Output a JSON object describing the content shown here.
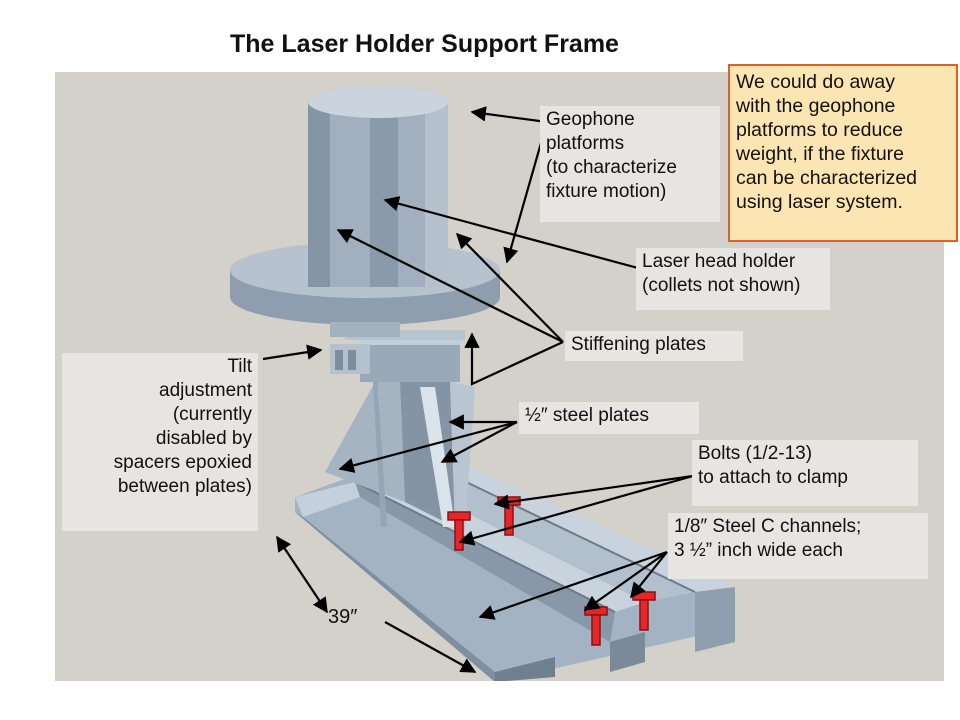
{
  "title": "The Laser Holder Support Frame",
  "labels": {
    "geophone": "Geophone\nplatforms\n(to characterize\nfixture motion)",
    "laser_head": "Laser head holder\n(collets not shown)",
    "stiffening": "Stiffening plates",
    "tilt": "Tilt\nadjustment\n(currently\ndisabled by\nspacers epoxied\nbetween plates)",
    "steel_plates": "½″ steel plates",
    "bolts": "Bolts (1/2-13)\nto attach to clamp",
    "channels": "1/8″ Steel C channels;\n3 ½” inch wide each",
    "dimension": "39″"
  },
  "note": "We could do away\nwith the geophone\nplatforms to reduce\nweight, if the fixture\ncan be characterized\nusing laser system.",
  "colors": {
    "background_panel": "#d4d1ca",
    "label_box": "#e7e5e2",
    "note_fill": "#fbe5b3",
    "note_border": "#e0602a",
    "bolt_red": "#e8262a",
    "steel": "#a3b2c2"
  }
}
